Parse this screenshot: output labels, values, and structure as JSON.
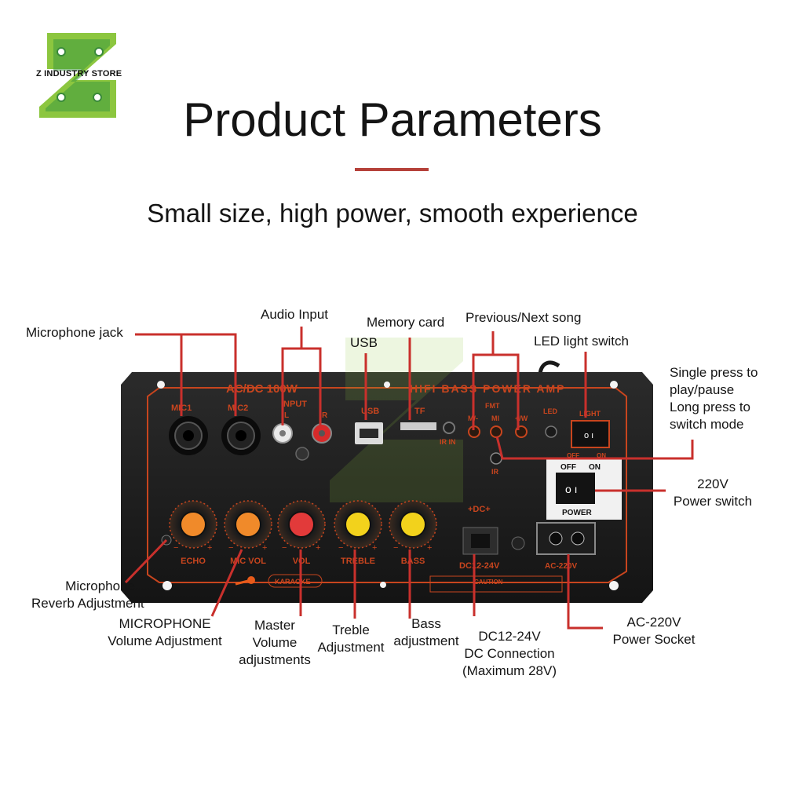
{
  "brand": {
    "name": "Z INDUSTRY STORE",
    "accent": "#8cc63f",
    "accent_dark": "#3a8a3a"
  },
  "header": {
    "title": "Product Parameters",
    "subtitle": "Small size, high power, smooth experience",
    "rule_color": "#b5413a"
  },
  "callout_color": "#c9302c",
  "panel": {
    "brand_line": "AC/DC 100W",
    "product_line": "HIFI BASS POWER AMP",
    "jacks": {
      "mic1": "MIC1",
      "mic2": "MIC2",
      "input": "INPUT",
      "l": "L",
      "r": "R",
      "usb": "USB",
      "tf": "TF",
      "ir_in": "IR IN",
      "ir": "IR"
    },
    "buttons": {
      "prev": "M/-",
      "play": "MI",
      "next": "+/W",
      "fmt": "FMT",
      "led": "LED",
      "light": "LIGHT",
      "off": "OFF",
      "on": "ON",
      "power": "POWER"
    },
    "knobs": [
      {
        "label": "ECHO",
        "color": "#f08a2a"
      },
      {
        "label": "MIC VOL",
        "color": "#f08a2a"
      },
      {
        "label": "VOL",
        "color": "#e23a3a"
      },
      {
        "label": "TREBLE",
        "color": "#f2d21c"
      },
      {
        "label": "BASS",
        "color": "#f2d21c"
      }
    ],
    "dc": "+DC+",
    "dc_label": "DC12-24V",
    "ac_label": "AC-220V",
    "karaoke": "KARAOKE",
    "caution": "CAUTION"
  },
  "callouts": {
    "mic_jack": "Microphone jack",
    "audio_input": "Audio Input",
    "memory_card": "Memory card",
    "usb": "USB",
    "prev_next": "Previous/Next song",
    "led_switch": "LED light switch",
    "single_press": [
      "Single press to",
      "play/pause",
      "Long press to",
      "switch mode"
    ],
    "power_switch": [
      "220V",
      "Power switch"
    ],
    "reverb": [
      "Microphone",
      "Reverb Adjustment"
    ],
    "mic_volume": [
      "MICROPHONE",
      "Volume Adjustment"
    ],
    "master": [
      "Master",
      "Volume",
      "adjustments"
    ],
    "treble": [
      "Treble",
      "Adjustment"
    ],
    "bass": [
      "Bass",
      "adjustment"
    ],
    "dc": [
      "DC12-24V",
      "DC Connection",
      "(Maximum 28V)"
    ],
    "ac": [
      "AC-220V",
      "Power Socket"
    ]
  }
}
